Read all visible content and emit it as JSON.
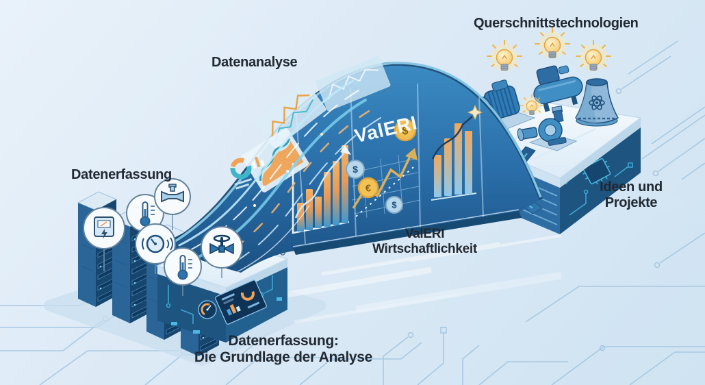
{
  "labels": {
    "datenerfassung": "Datenerfassung",
    "datenanalyse": "Datenanalyse",
    "querschnittstechnologien": "Querschnittstechnologien",
    "ideen_und_projekte": {
      "line1": "Ideen und",
      "line2": "Projekte"
    },
    "valeri_bridge": "ValERI",
    "wirtschaftlichkeit": {
      "line1": "ValERI",
      "line2": "Wirtschaftlichkeit"
    },
    "caption": {
      "line1": "Datenerfassung:",
      "line2": "Die Grundlage der Analyse"
    }
  },
  "currency_symbols": {
    "dollar": "$",
    "euro": "€"
  },
  "icons": {
    "sensor_icons": [
      "power-meter-icon",
      "thermometer-icon",
      "pipe-fitting-icon",
      "pressure-gauge-icon",
      "thermometer-icon",
      "valve-icon"
    ],
    "machine_icons": [
      "electric-motor-icon",
      "compressor-icon",
      "pump-icon",
      "cooling-tower-icon"
    ],
    "idea_icon": "lightbulb-icon",
    "bridge_chart_icons": [
      "line-chart-icon",
      "area-chart-icon",
      "donut-chart-icon",
      "bar-chart-icon",
      "coin-icon"
    ]
  },
  "colors": {
    "background": "#d9e8f4",
    "bridge_dark": "#1b5183",
    "bridge_mid": "#2a6ea9",
    "bridge_rim": "#8fd0ee",
    "panel_navy": "#1d5480",
    "platform_top": "#eef5fb",
    "accent_orange": "#f0a355",
    "accent_teal": "#3fb5c9",
    "coin_gold": "#f3c254",
    "bulb_yellow": "#f6c453",
    "circuit_line": "#a3c6e0",
    "text": "#212932"
  }
}
